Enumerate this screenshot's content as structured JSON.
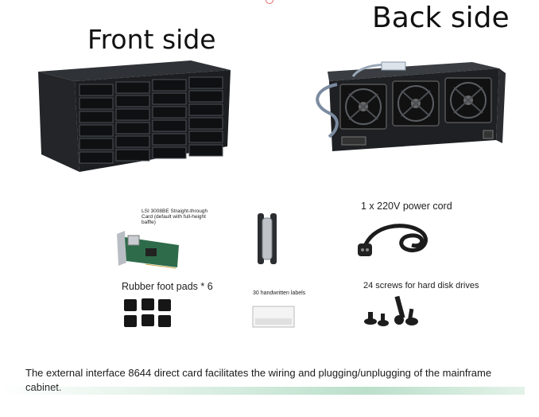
{
  "titles": {
    "front": "Front side",
    "back": "Back side"
  },
  "accessories": {
    "lsi_card": "LSI 3008BE Straight-through Card (default with full-height baffle)",
    "power_cord": "1 x 220V power cord",
    "foot_pads": "Rubber foot pads * 6",
    "labels": "30 handwritten labels",
    "screws": "24 screws for hard disk drives"
  },
  "caption": "The external interface 8644 direct card facilitates the wiring and plugging/unplugging of the mainframe cabinet."
}
